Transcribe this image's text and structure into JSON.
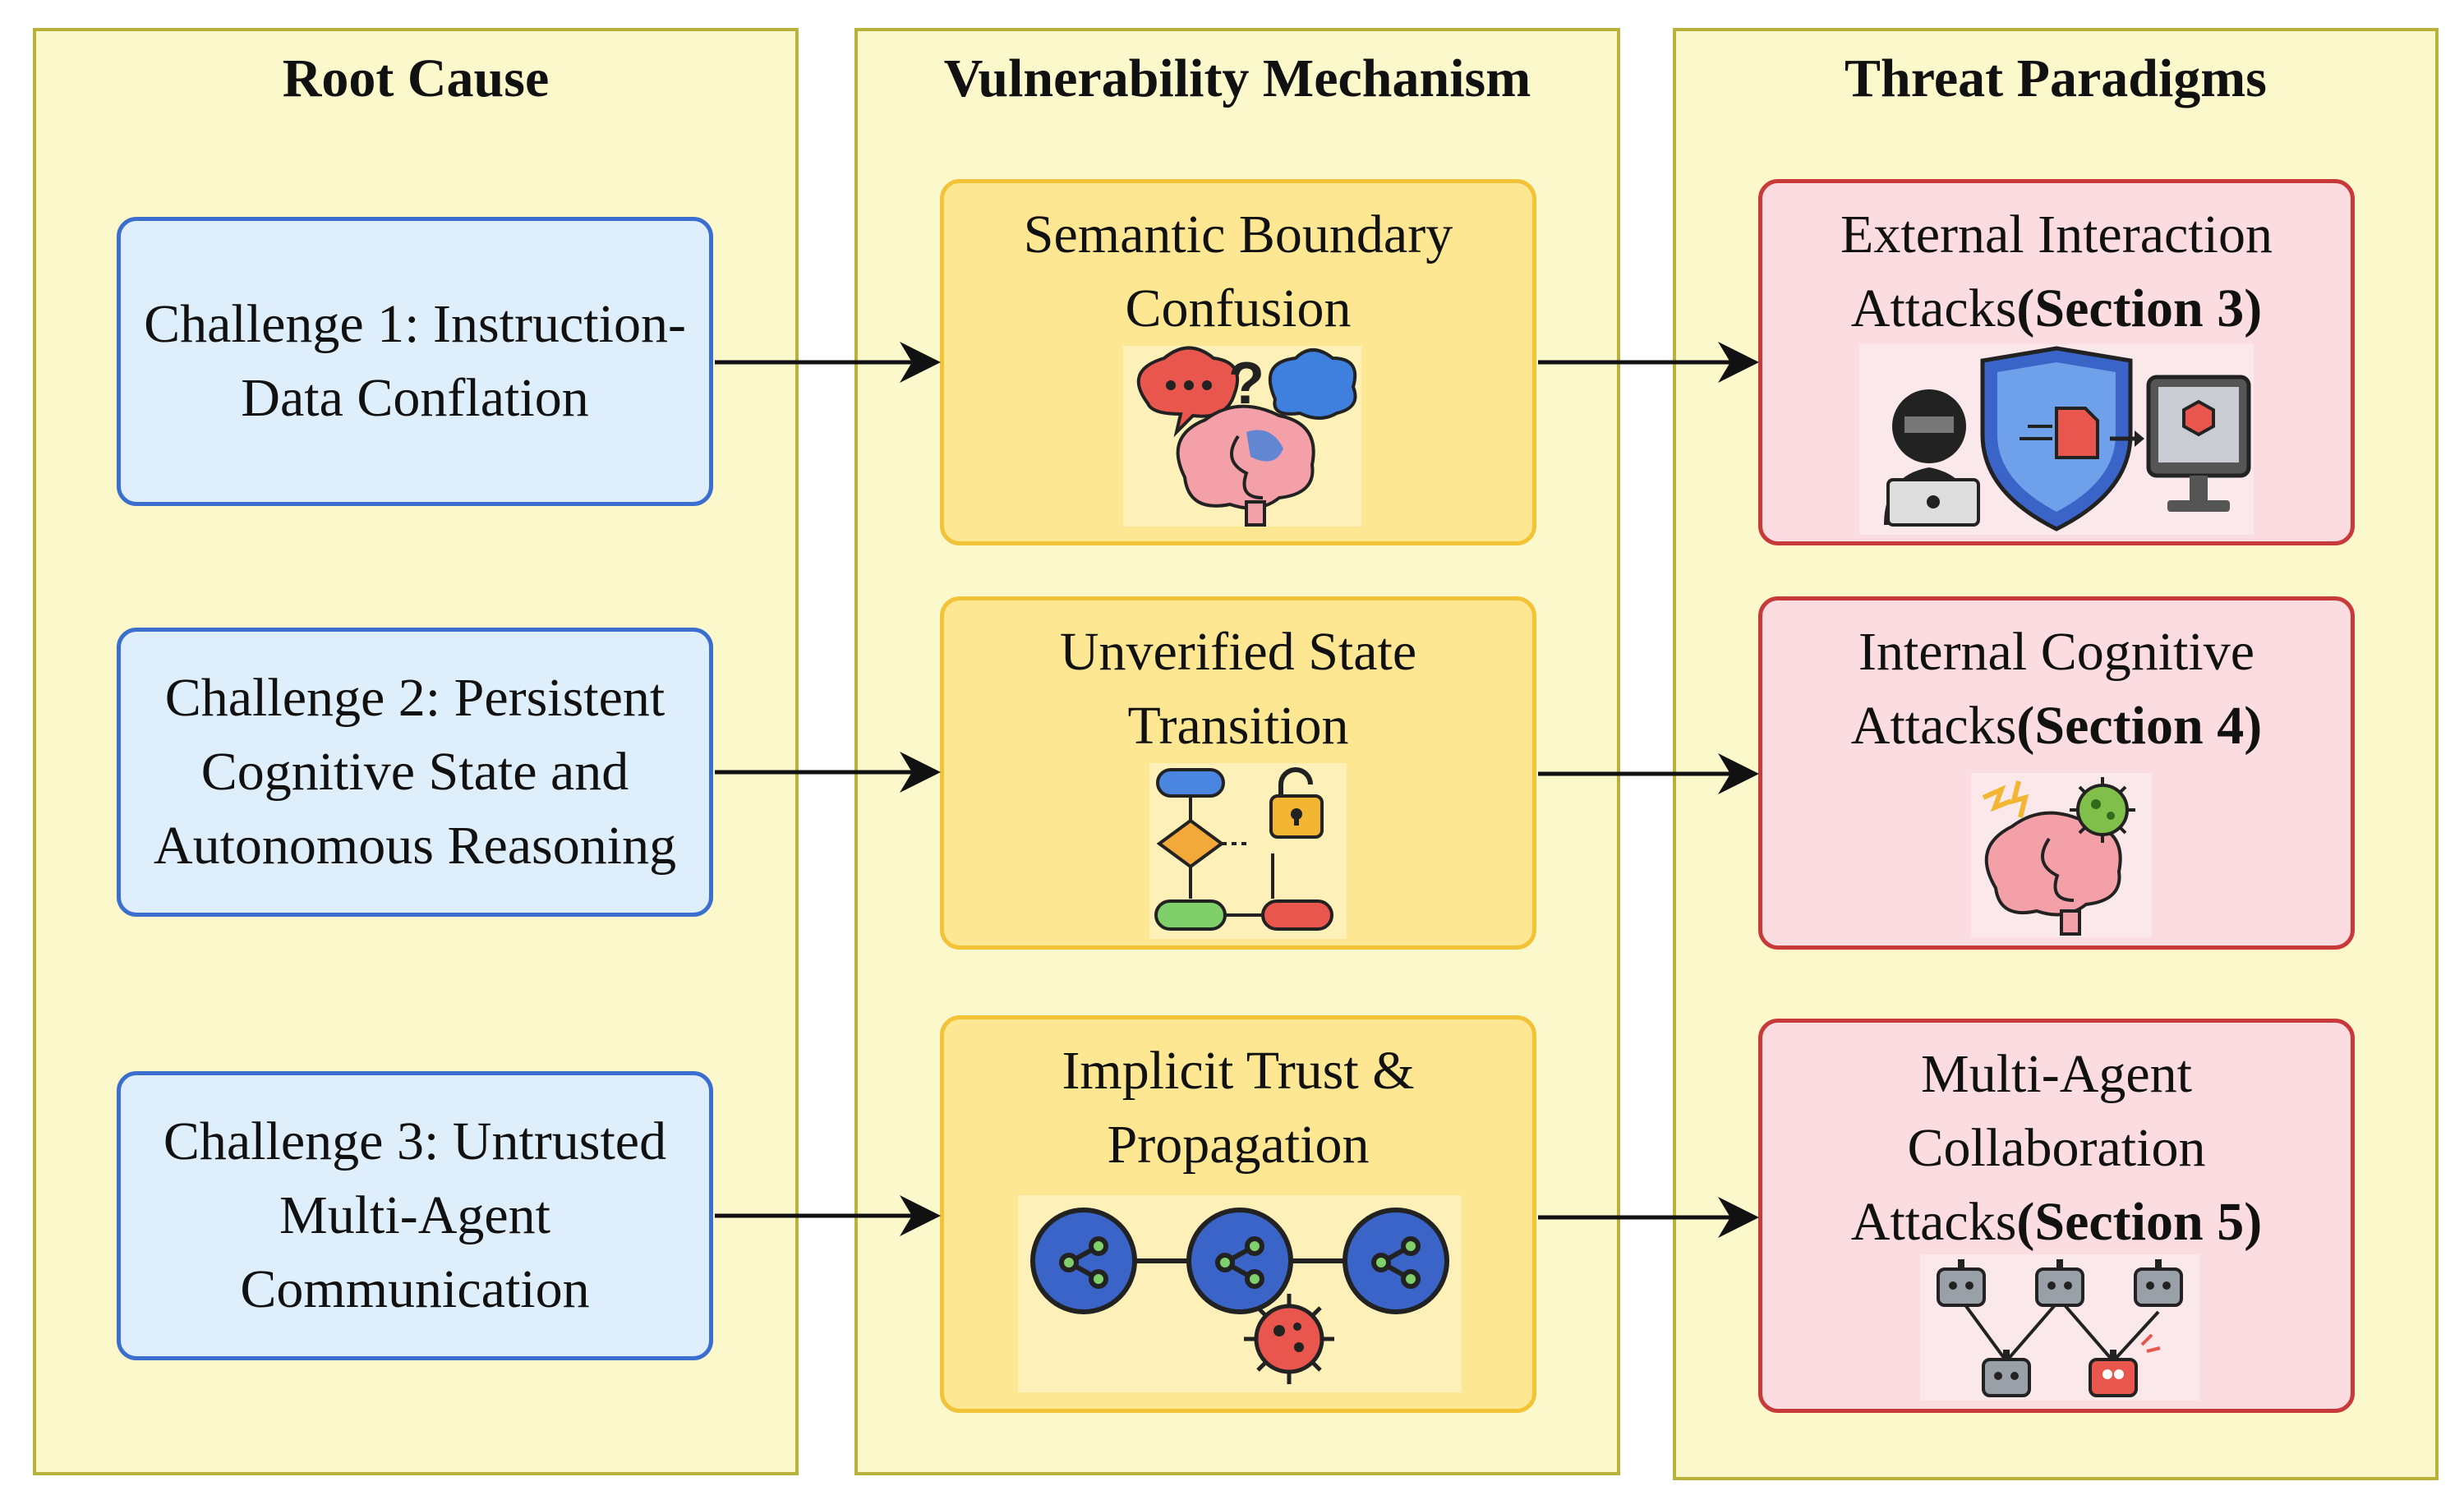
{
  "columns": {
    "root_cause": {
      "title": "Root Cause"
    },
    "mechanism": {
      "title": "Vulnerability Mechanism"
    },
    "threats": {
      "title": "Threat Paradigms"
    }
  },
  "challenges": [
    {
      "lines": [
        "Challenge 1: Instruction-",
        "Data Conflation"
      ]
    },
    {
      "lines": [
        "Challenge 2: Persistent",
        "Cognitive State and",
        "Autonomous Reasoning"
      ]
    },
    {
      "lines": [
        "Challenge 3: Untrusted",
        "Multi-Agent",
        "Communication"
      ]
    }
  ],
  "mechanisms": [
    {
      "lines": [
        "Semantic Boundary",
        "Confusion"
      ],
      "icon": "confused-brain-icon"
    },
    {
      "lines": [
        "Unverified State",
        "Transition"
      ],
      "icon": "broken-flowchart-lock-icon"
    },
    {
      "lines": [
        "Implicit Trust &",
        "Propagation"
      ],
      "icon": "infected-network-icon"
    }
  ],
  "threats": [
    {
      "lines": [
        "External Interaction"
      ],
      "prefix": "Attacks",
      "section": "(Section 3)",
      "icon": "hacker-shield-computer-icon"
    },
    {
      "lines": [
        "Internal Cognitive"
      ],
      "prefix": "Attacks",
      "section": "(Section 4)",
      "icon": "virus-brain-icon"
    },
    {
      "lines": [
        "Multi-Agent",
        "Collaboration"
      ],
      "prefix": "Attacks",
      "section": "(Section 5)",
      "icon": "robot-network-icon"
    }
  ],
  "colors": {
    "column_fill": "#fbf8cc",
    "column_border": "#b8b13c",
    "blue_fill": "#dfeefb",
    "blue_border": "#3a6fcf",
    "yellow_fill": "#fde793",
    "yellow_border": "#f2c237",
    "red_fill": "#fbdce0",
    "red_border": "#c8393a"
  }
}
